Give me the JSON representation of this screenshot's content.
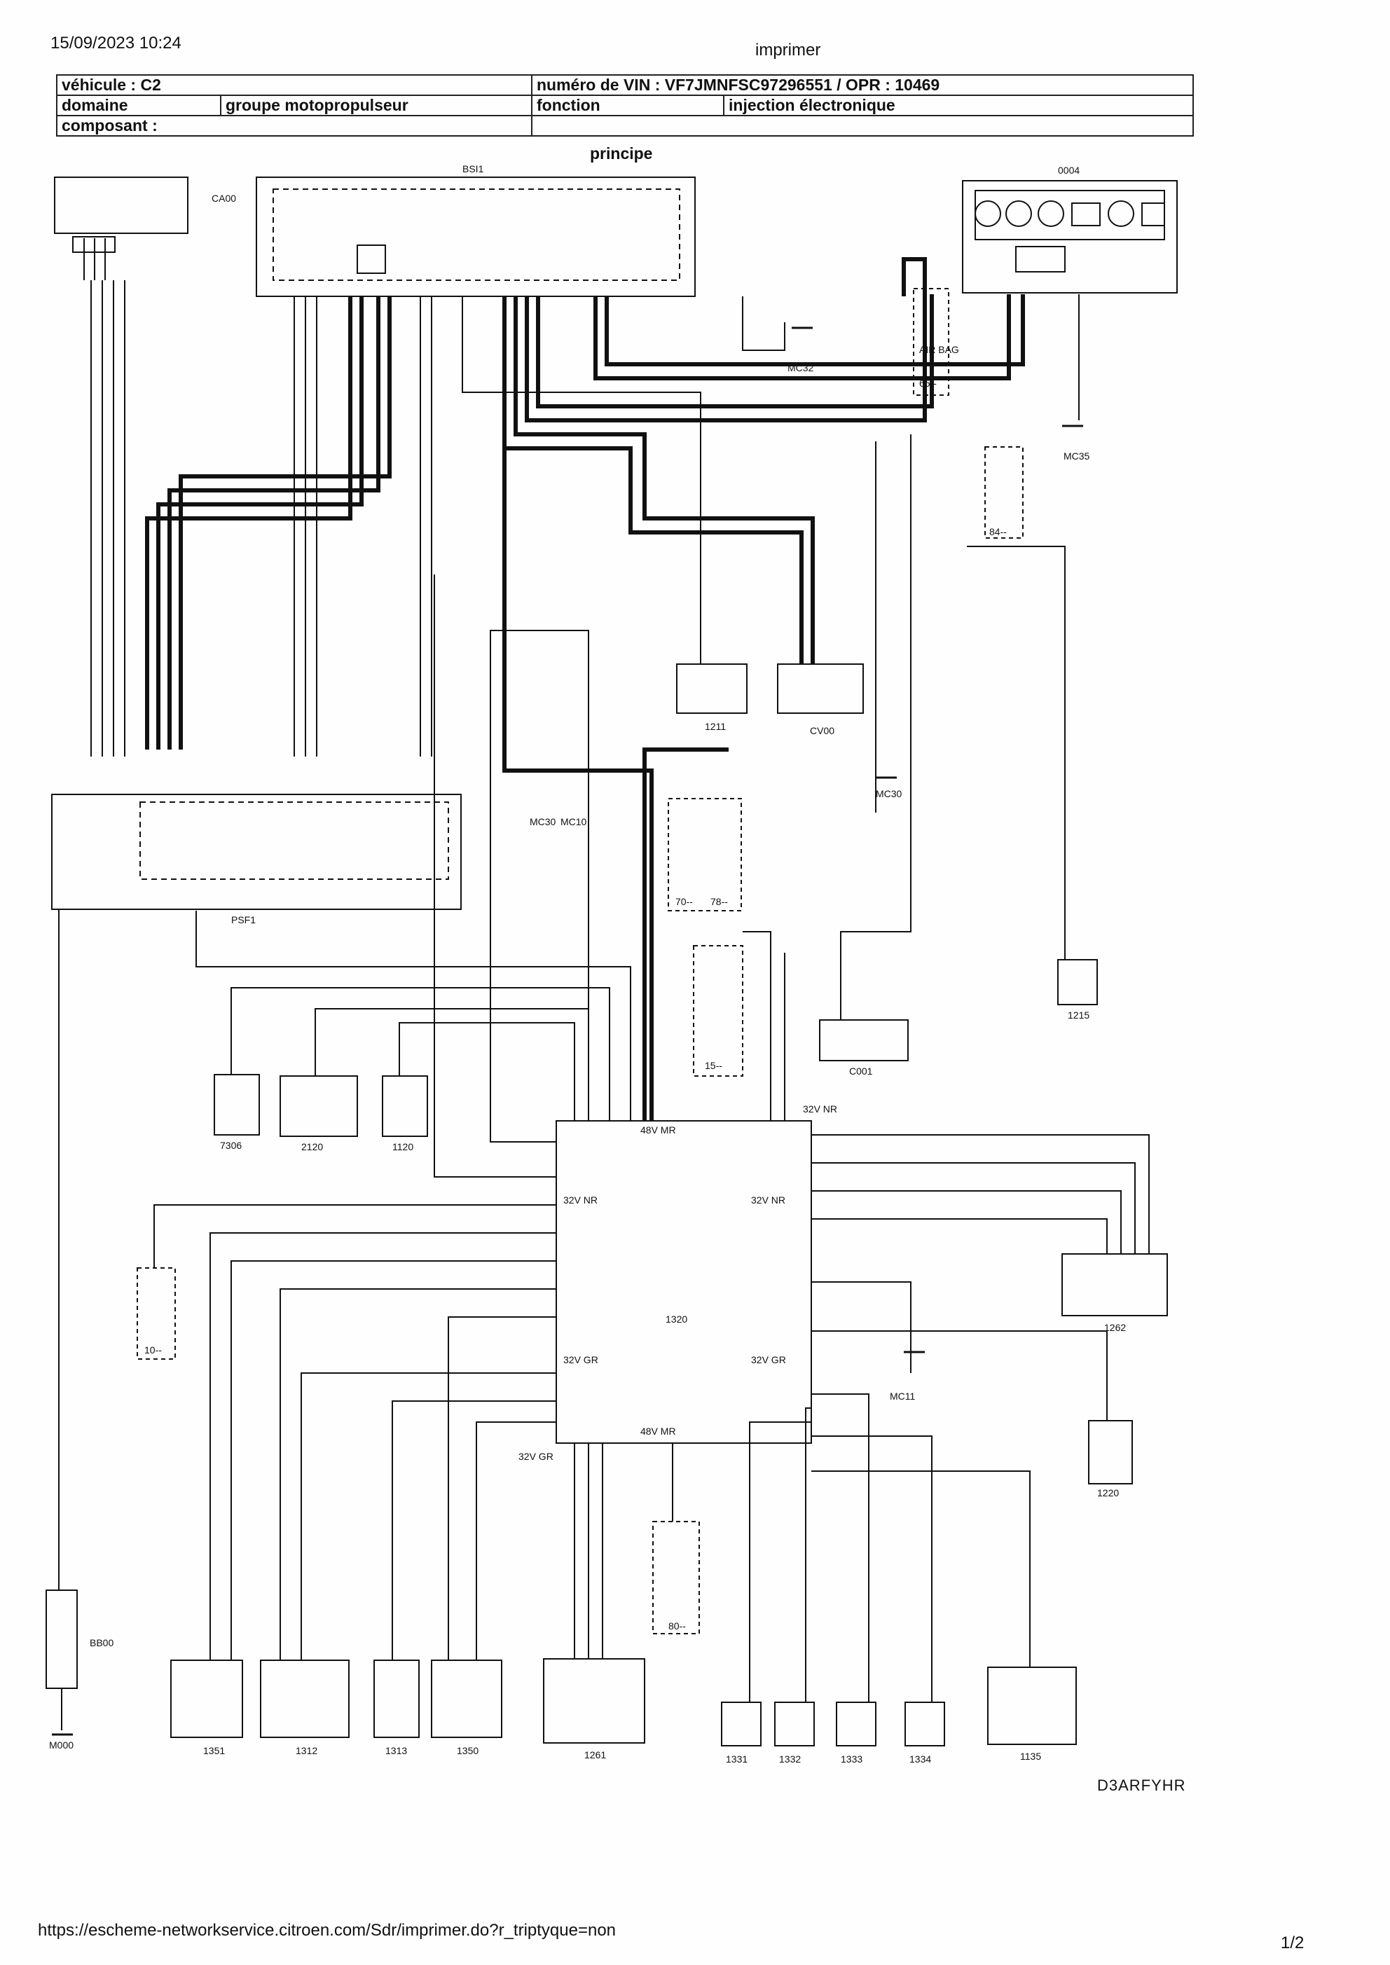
{
  "header": {
    "datetime": "15/09/2023 10:24",
    "print_label": "imprimer"
  },
  "info_table": {
    "vehicule": "véhicule : C2",
    "vin": "numéro de VIN : VF7JMNFSC97296551 / OPR : 10469",
    "domaine_label": "domaine",
    "domaine_value": "groupe motopropulseur",
    "fonction_label": "fonction",
    "fonction_value": "injection électronique",
    "composant": "composant :"
  },
  "diagram_title": "principe",
  "components": {
    "bsi": "BSI1",
    "combi": "0004",
    "ignition": "CA00",
    "psf": "PSF1",
    "fuel_pump": "1211",
    "buzzer": "CV00",
    "ecu": "1320",
    "diag": "C001",
    "throttle": "1262",
    "pedal": "1261",
    "coolant_temp": "1220",
    "canister": "1215",
    "c7306": "7306",
    "c2120": "2120",
    "c1120": "1120",
    "battery": "BB00",
    "ground": "M000",
    "s1351": "1351",
    "s1312": "1312",
    "s1313": "1313",
    "s1350": "1350",
    "inj1": "1331",
    "inj2": "1332",
    "inj3": "1333",
    "inj4": "1334",
    "coil": "1135",
    "airbag": "AIR BAG",
    "c65": "65--",
    "c84": "84--",
    "c70": "70--",
    "c78": "78--",
    "c15": "15--",
    "c10": "10--",
    "c80": "80--"
  },
  "grounds": [
    "MC32",
    "MC35",
    "MC30",
    "MC30",
    "MC10",
    "MC11"
  ],
  "connectors": {
    "ecu_top": "48V MR",
    "ecu_bottom": "48V MR",
    "ecu_tl": "32V NR",
    "ecu_tr": "32V NR",
    "ecu_bl": "32V GR",
    "ecu_br": "32V GR",
    "ecu_left_bottom": "32V GR",
    "ecu_right_top": "32V NR"
  },
  "reference": "D3ARFYHR",
  "footer": {
    "url": "https://escheme-networkservice.citroen.com/Sdr/imprimer.do?r_triptyque=non",
    "page": "1/2"
  }
}
